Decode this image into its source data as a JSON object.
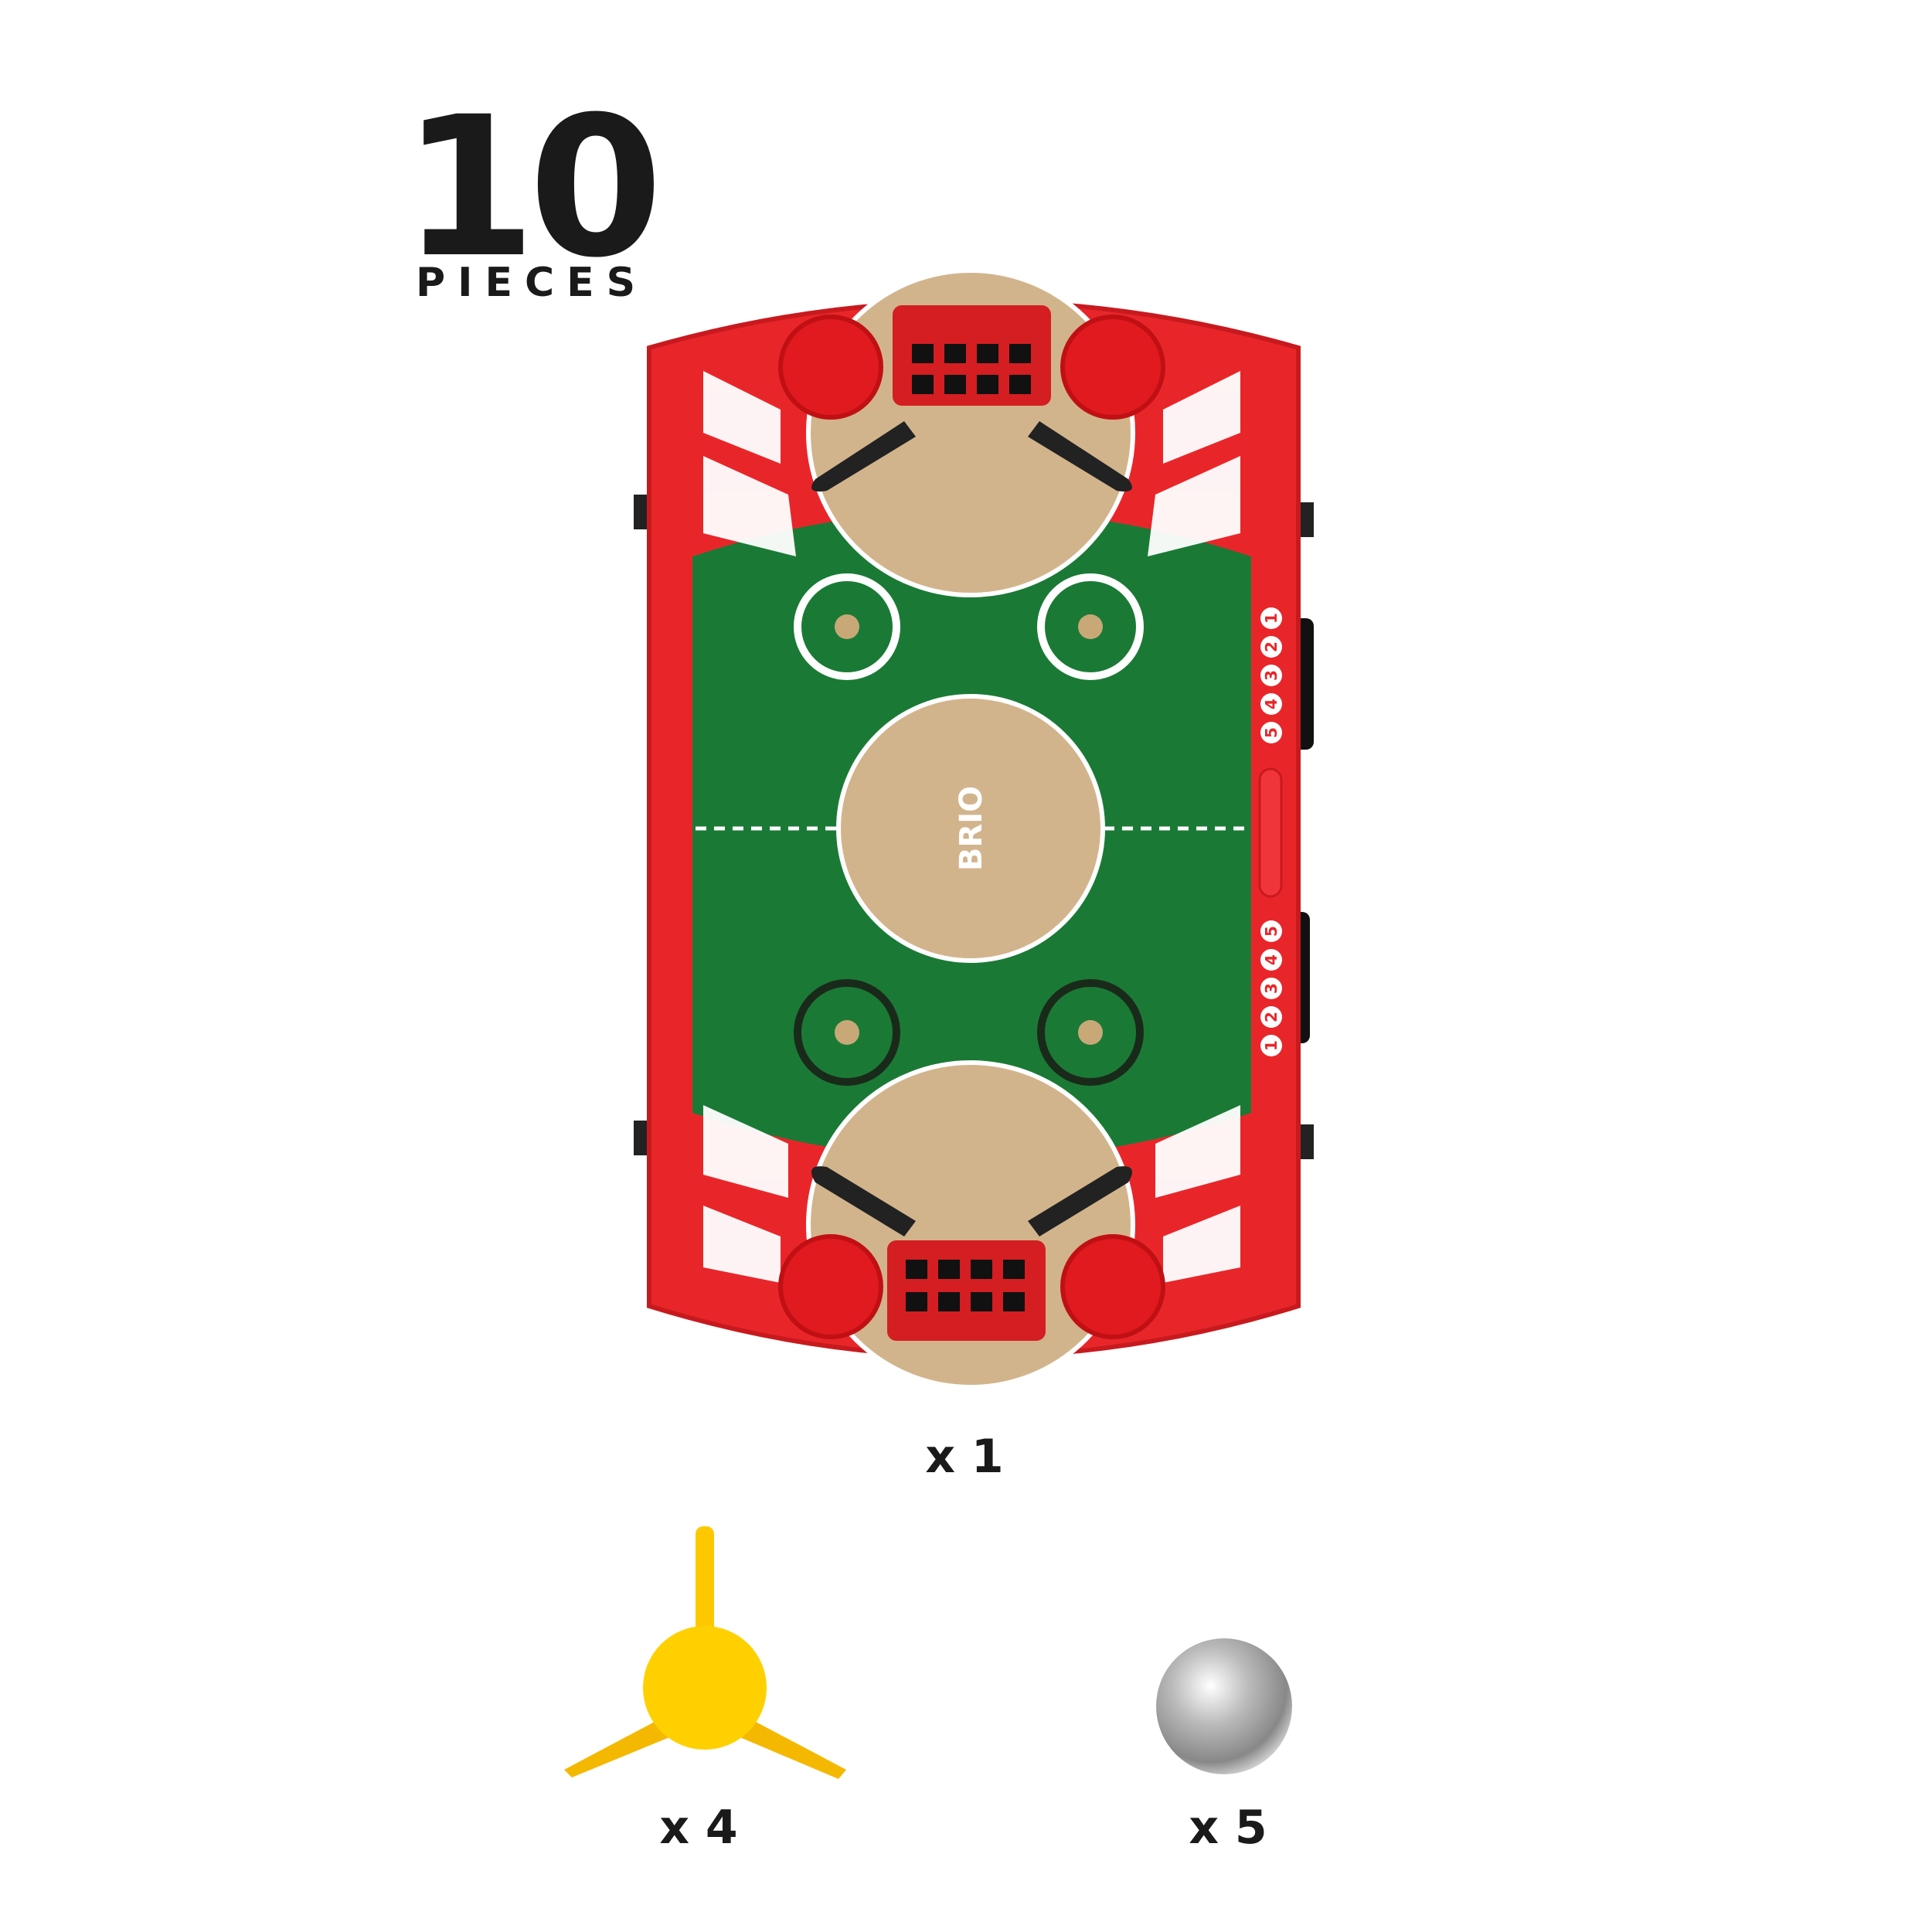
{
  "header": {
    "count": "10",
    "label": "PIECES"
  },
  "board": {
    "brand": "BRIO",
    "score_top": [
      "1",
      "2",
      "3",
      "4",
      "5"
    ],
    "score_bottom": [
      "5",
      "4",
      "3",
      "2",
      "1"
    ]
  },
  "items": [
    {
      "name": "game-board",
      "quantity": "x 1"
    },
    {
      "name": "spinner",
      "quantity": "x 4"
    },
    {
      "name": "steel-ball",
      "quantity": "x 5"
    }
  ],
  "colors": {
    "red": "#e8262a",
    "green": "#1a7a35",
    "tan": "#d2b48c",
    "yellow": "#fdc800"
  }
}
